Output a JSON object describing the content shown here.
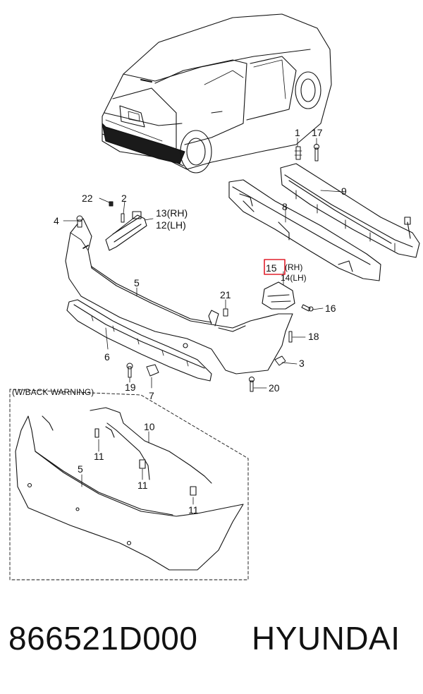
{
  "callouts": {
    "c1": "1",
    "c17": "17",
    "c9": "9",
    "c22": "22",
    "c2": "2",
    "c4": "4",
    "c13": "13(RH)",
    "c12": "12(LH)",
    "c8": "8",
    "c15": "15",
    "c15_suffix": "(RH)",
    "c14": "14(LH)",
    "c5": "5",
    "c21": "21",
    "c16": "16",
    "c18": "18",
    "c6": "6",
    "c3": "3",
    "c19": "19",
    "c7": "7",
    "c20": "20"
  },
  "inset": {
    "title": "(W/BACK  WARNING)",
    "c10": "10",
    "c11a": "11",
    "c11b": "11",
    "c11c": "11",
    "c5": "5"
  },
  "highlight_color": "#e0202c",
  "caption": {
    "part_number": "866521D000",
    "brand": "HYUNDAI"
  }
}
